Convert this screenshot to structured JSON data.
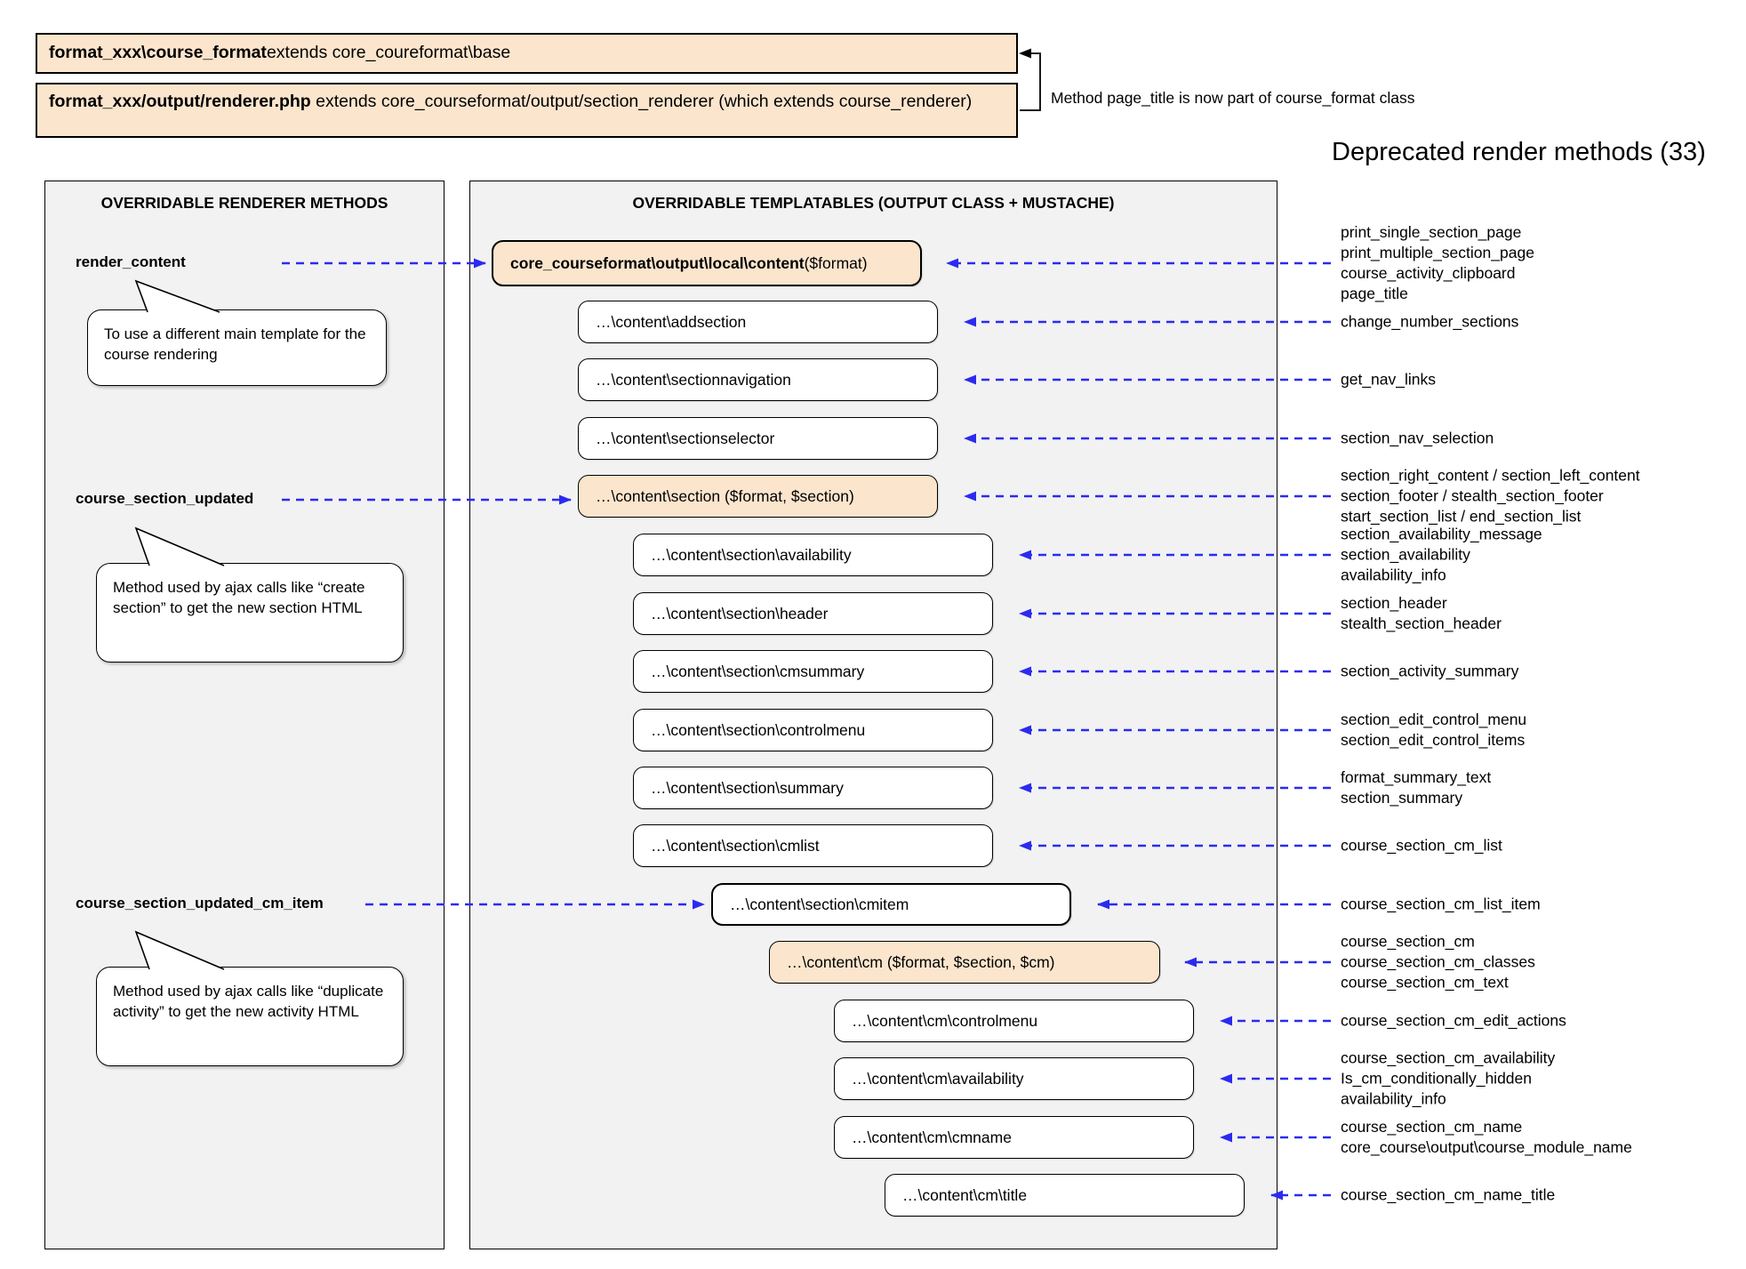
{
  "colors": {
    "highlight": "#fce5cd",
    "arrow": "#2b2bf0",
    "panel_bg": "#f2f2f2",
    "border": "#000000"
  },
  "top": {
    "box1_bold": "format_xxx\\course_format",
    "box1_rest": " extends core_coureformat\\base",
    "box2_bold": "format_xxx/output/renderer.php",
    "box2_rest": " extends core_courseformat/output/section_renderer (which extends course_renderer)",
    "note": "Method page_title is now part of course_format class",
    "deprecated_heading": "Deprecated render methods (33)"
  },
  "left_panel": {
    "title": "OVERRIDABLE RENDERER METHODS",
    "methods": [
      {
        "label": "render_content",
        "note": "To use a different main template for the course rendering"
      },
      {
        "label": "course_section_updated",
        "note": "Method used by ajax calls like “create section” to get the new section HTML"
      },
      {
        "label": "course_section_updated_cm_item",
        "note": "Method used by ajax calls like “duplicate activity” to get the new activity HTML"
      }
    ]
  },
  "middle_panel": {
    "title": "OVERRIDABLE TEMPLATABLES (OUTPUT CLASS + MUSTACHE)",
    "boxes": [
      {
        "bold": "core_courseformat\\output\\local\\content",
        "rest": " ($format)"
      },
      {
        "label": "…\\content\\addsection"
      },
      {
        "label": "…\\content\\sectionnavigation"
      },
      {
        "label": "…\\content\\sectionselector"
      },
      {
        "label": "…\\content\\section ($format, $section)"
      },
      {
        "label": "…\\content\\section\\availability"
      },
      {
        "label": "…\\content\\section\\header"
      },
      {
        "label": "…\\content\\section\\cmsummary"
      },
      {
        "label": "…\\content\\section\\controlmenu"
      },
      {
        "label": "…\\content\\section\\summary"
      },
      {
        "label": "…\\content\\section\\cmlist"
      },
      {
        "label": "…\\content\\section\\cmitem"
      },
      {
        "label": "…\\content\\cm ($format, $section, $cm)"
      },
      {
        "label": "…\\content\\cm\\controlmenu"
      },
      {
        "label": "…\\content\\cm\\availability"
      },
      {
        "label": "…\\content\\cm\\cmname"
      },
      {
        "label": "…\\content\\cm\\title"
      }
    ]
  },
  "right_list": {
    "groups": [
      {
        "lines": [
          "print_single_section_page",
          "print_multiple_section_page",
          "course_activity_clipboard",
          "page_title"
        ]
      },
      {
        "lines": [
          "change_number_sections"
        ]
      },
      {
        "lines": [
          "get_nav_links"
        ]
      },
      {
        "lines": [
          "section_nav_selection"
        ]
      },
      {
        "lines": [
          "section_right_content / section_left_content",
          "section_footer / stealth_section_footer",
          "start_section_list / end_section_list"
        ]
      },
      {
        "lines": [
          "section_availability_message",
          "section_availability",
          "availability_info"
        ]
      },
      {
        "lines": [
          "section_header",
          "stealth_section_header"
        ]
      },
      {
        "lines": [
          "section_activity_summary"
        ]
      },
      {
        "lines": [
          "section_edit_control_menu",
          "section_edit_control_items"
        ]
      },
      {
        "lines": [
          "format_summary_text",
          "section_summary"
        ]
      },
      {
        "lines": [
          "course_section_cm_list"
        ]
      },
      {
        "lines": [
          "course_section_cm_list_item"
        ]
      },
      {
        "lines": [
          "course_section_cm",
          "course_section_cm_classes",
          "course_section_cm_text"
        ]
      },
      {
        "lines": [
          "course_section_cm_edit_actions"
        ]
      },
      {
        "lines": [
          "course_section_cm_availability",
          "Is_cm_conditionally_hidden",
          "availability_info"
        ]
      },
      {
        "lines": [
          "course_section_cm_name",
          "core_course\\output\\course_module_name"
        ]
      },
      {
        "lines": [
          "course_section_cm_name_title"
        ]
      }
    ]
  }
}
